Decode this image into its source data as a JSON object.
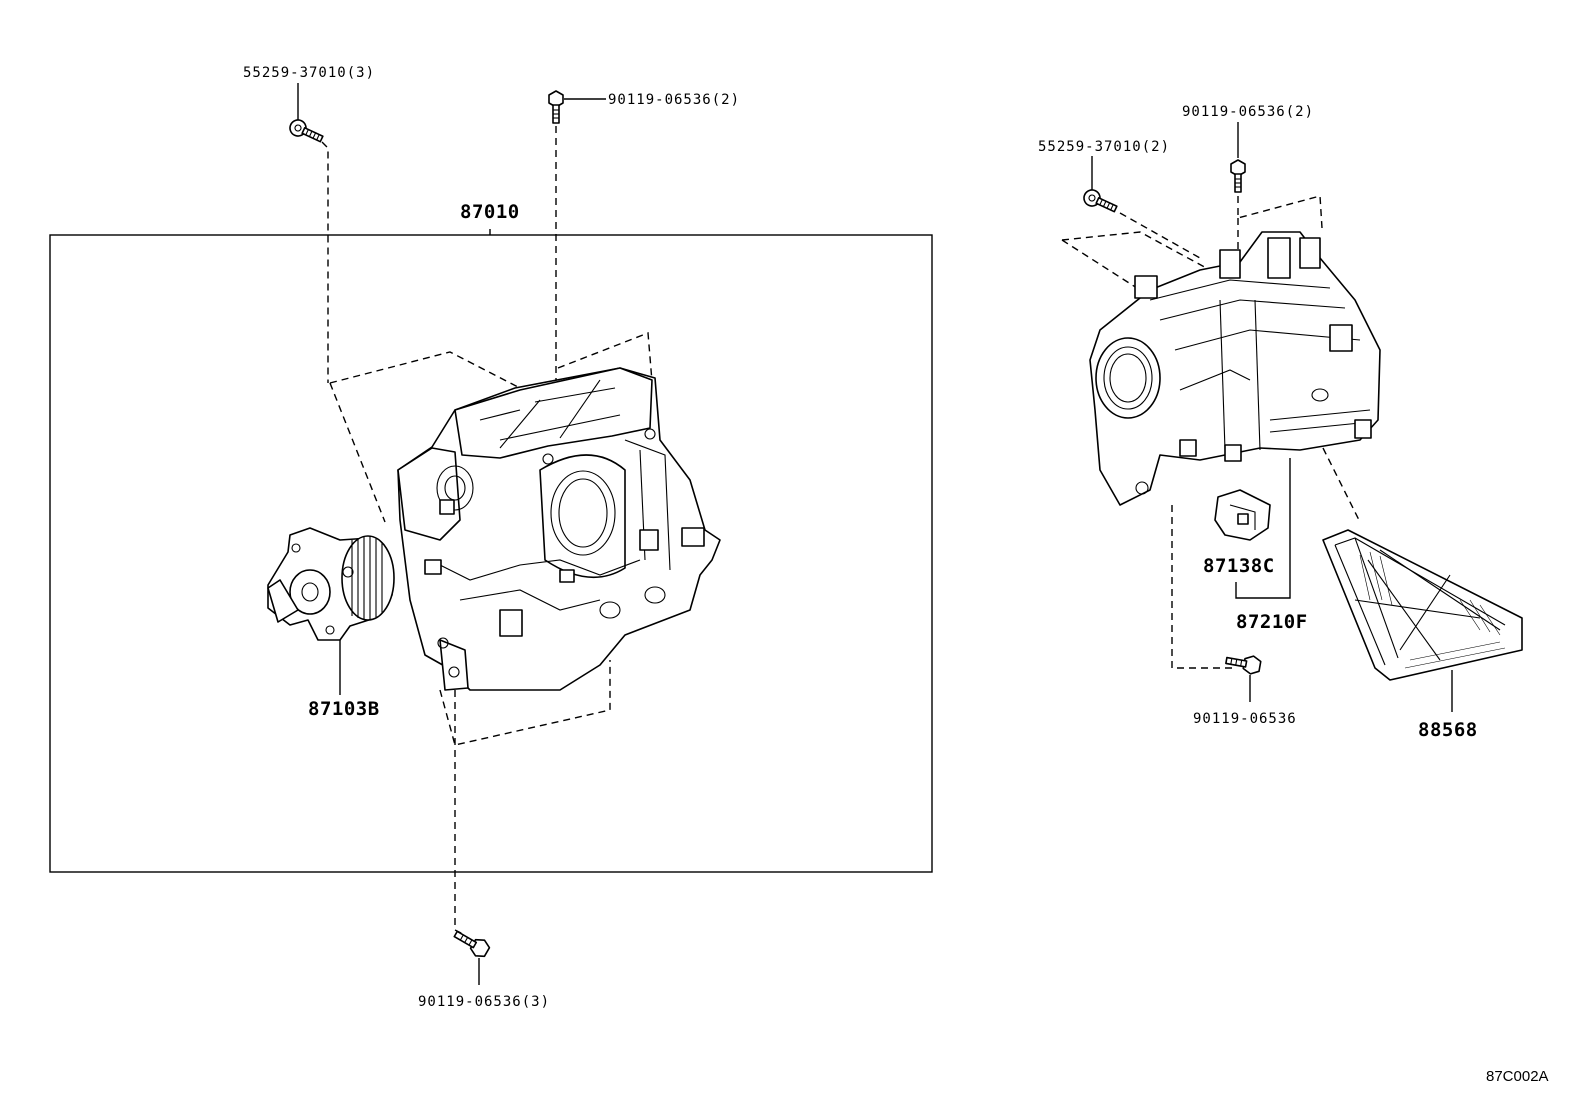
{
  "diagram_code": "87C002A",
  "assembly": {
    "part_no": "87010"
  },
  "callouts": {
    "screw_top_left": "55259-37010(3)",
    "bolt_top_center": "90119-06536(2)",
    "bolt_bottom": "90119-06536(3)",
    "blower_motor": "87103B",
    "bolt_right_top": "90119-06536(2)",
    "screw_right": "55259-37010(2)",
    "resistor": "87138C",
    "case_subassy": "87210F",
    "bolt_right_bottom": "90119-06536",
    "filter": "88568"
  }
}
